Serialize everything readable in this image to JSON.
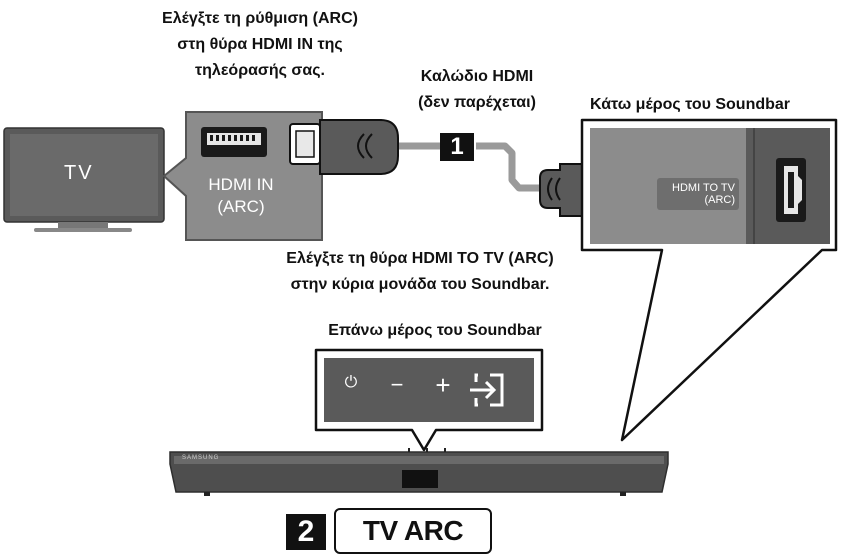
{
  "captions": {
    "tv_arc_check": [
      "Ελέγξτε τη ρύθμιση (ARC)",
      "στη θύρα HDMI IN της",
      "τηλεόρασής σας."
    ],
    "cable": [
      "Καλώδιο HDMI",
      "(δεν παρέχεται)"
    ],
    "bottom_of_soundbar": "Κάτω μέρος του Soundbar",
    "soundbar_port_check": [
      "Ελέγξτε τη θύρα HDMI TO TV (ARC)",
      "στην κύρια μονάδα του Soundbar."
    ],
    "top_of_soundbar": "Επάνω μέρος του Soundbar"
  },
  "tv": {
    "label": "TV"
  },
  "tv_port": {
    "label_line1": "HDMI IN",
    "label_line2": "(ARC)"
  },
  "soundbar_port": {
    "label_line1": "HDMI TO TV",
    "label_line2": "(ARC)"
  },
  "steps": {
    "step1": "1",
    "step2": "2"
  },
  "soundbar": {
    "brand": "SAMSUNG",
    "button_display": "TV ARC"
  },
  "panel_buttons": [
    {
      "icon": "power-icon",
      "glyph": "⏻"
    },
    {
      "icon": "minus-icon",
      "glyph": "−"
    },
    {
      "icon": "plus-icon",
      "glyph": "+"
    },
    {
      "icon": "source-input-icon",
      "glyph": ""
    }
  ],
  "colors": {
    "panel_gray": "#8c8c8c",
    "dark_gray": "#5a5a5a",
    "cable_gray": "#9a9a9a",
    "black": "#111111"
  }
}
